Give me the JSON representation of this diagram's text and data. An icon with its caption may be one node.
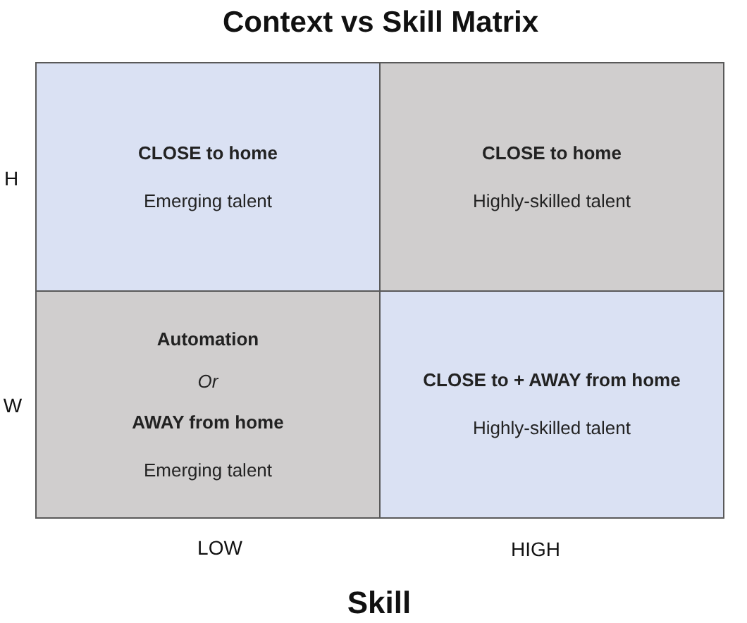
{
  "diagram": {
    "title": "Context vs Skill Matrix",
    "nodes": [
      {
        "text": [
          "CLOSE to home",
          "Emerging talent"
        ]
      },
      {
        "text": [
          "CLOSE to home",
          "Highly-skilled talent"
        ]
      },
      {
        "text": [
          "Automation",
          "Or",
          "AWAY from home",
          "Emerging talent"
        ]
      },
      {
        "text": [
          "CLOSE to + AWAY from home",
          "Highly-skilled talent"
        ]
      }
    ],
    "labels": [
      "H",
      "W",
      "LOW",
      "HIGH",
      "Skill"
    ]
  }
}
